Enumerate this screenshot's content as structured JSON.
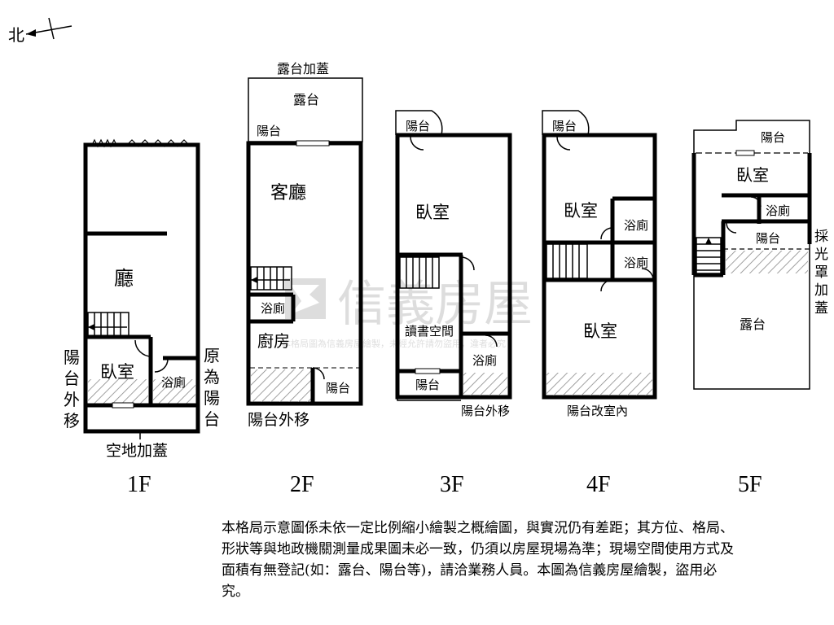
{
  "compass": {
    "label": "北"
  },
  "watermark": {
    "brand": "信義房屋",
    "line": "本格局圖為信義房屋繪製，未經允許請勿盜用，違者必究"
  },
  "floors": {
    "f1": {
      "name": "1F",
      "rooms": {
        "hall": "廳",
        "bedroom": "臥室",
        "bath": "浴廁"
      },
      "notes": {
        "left": "陽台外移",
        "right": "原為陽台",
        "bottom": "空地加蓋"
      }
    },
    "f2": {
      "name": "2F",
      "rooms": {
        "terrace": "露台",
        "balcony_top": "陽台",
        "living": "客廳",
        "bath": "浴廁",
        "kitchen": "廚房",
        "balcony": "陽台"
      },
      "notes": {
        "top": "露台加蓋",
        "bottom": "陽台外移"
      }
    },
    "f3": {
      "name": "3F",
      "rooms": {
        "balcony_top": "陽台",
        "bedroom": "臥室",
        "study": "讀書空間",
        "bath": "浴廁",
        "balcony": "陽台"
      },
      "notes": {
        "bottom": "陽台外移"
      }
    },
    "f4": {
      "name": "4F",
      "rooms": {
        "balcony_top": "陽台",
        "bedroom1": "臥室",
        "bath1": "浴廁",
        "bath2": "浴廁",
        "bedroom2": "臥室"
      },
      "notes": {
        "bottom": "陽台改室內"
      }
    },
    "f5": {
      "name": "5F",
      "rooms": {
        "balcony_top": "陽台",
        "bedroom": "臥室",
        "bath": "浴廁",
        "balcony": "陽台",
        "terrace": "露台"
      },
      "notes": {
        "right": "採光罩加蓋"
      }
    }
  },
  "disclaimer": "本格局示意圖係未依一定比例縮小繪製之概繪圖，與實況仍有差距；其方位、格局、形狀等與地政機關測量成果圖未必一致，仍須以房屋現場為準；現場空間使用方式及面積有無登記(如：露台、陽台等)，請洽業務人員。本圖為信義房屋繪製，盜用必究。"
}
